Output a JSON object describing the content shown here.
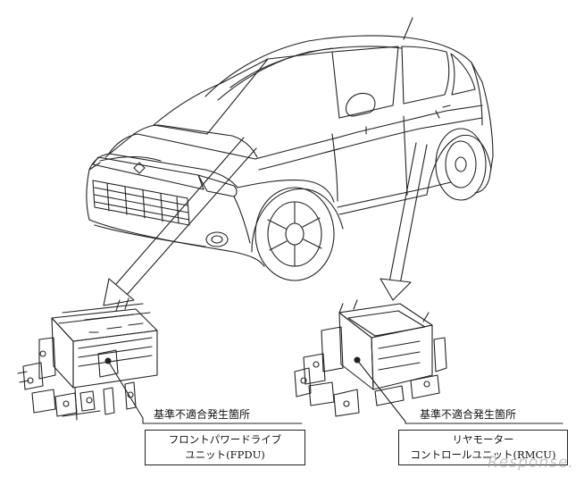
{
  "diagram": {
    "vehicle_icon": "suv-line-drawing",
    "front_unit_icon": "fpdu-unit-drawing",
    "rear_unit_icon": "rmcu-unit-drawing"
  },
  "callouts": {
    "front": {
      "defect_label": "基準不適合発生箇所",
      "unit_line1": "フロントパワードライブ",
      "unit_line2": "ユニット(FPDU)"
    },
    "rear": {
      "defect_label": "基準不適合発生箇所",
      "unit_line1": "リヤモーター",
      "unit_line2": "コントロールユニット(RMCU)"
    }
  },
  "watermark": "Response."
}
